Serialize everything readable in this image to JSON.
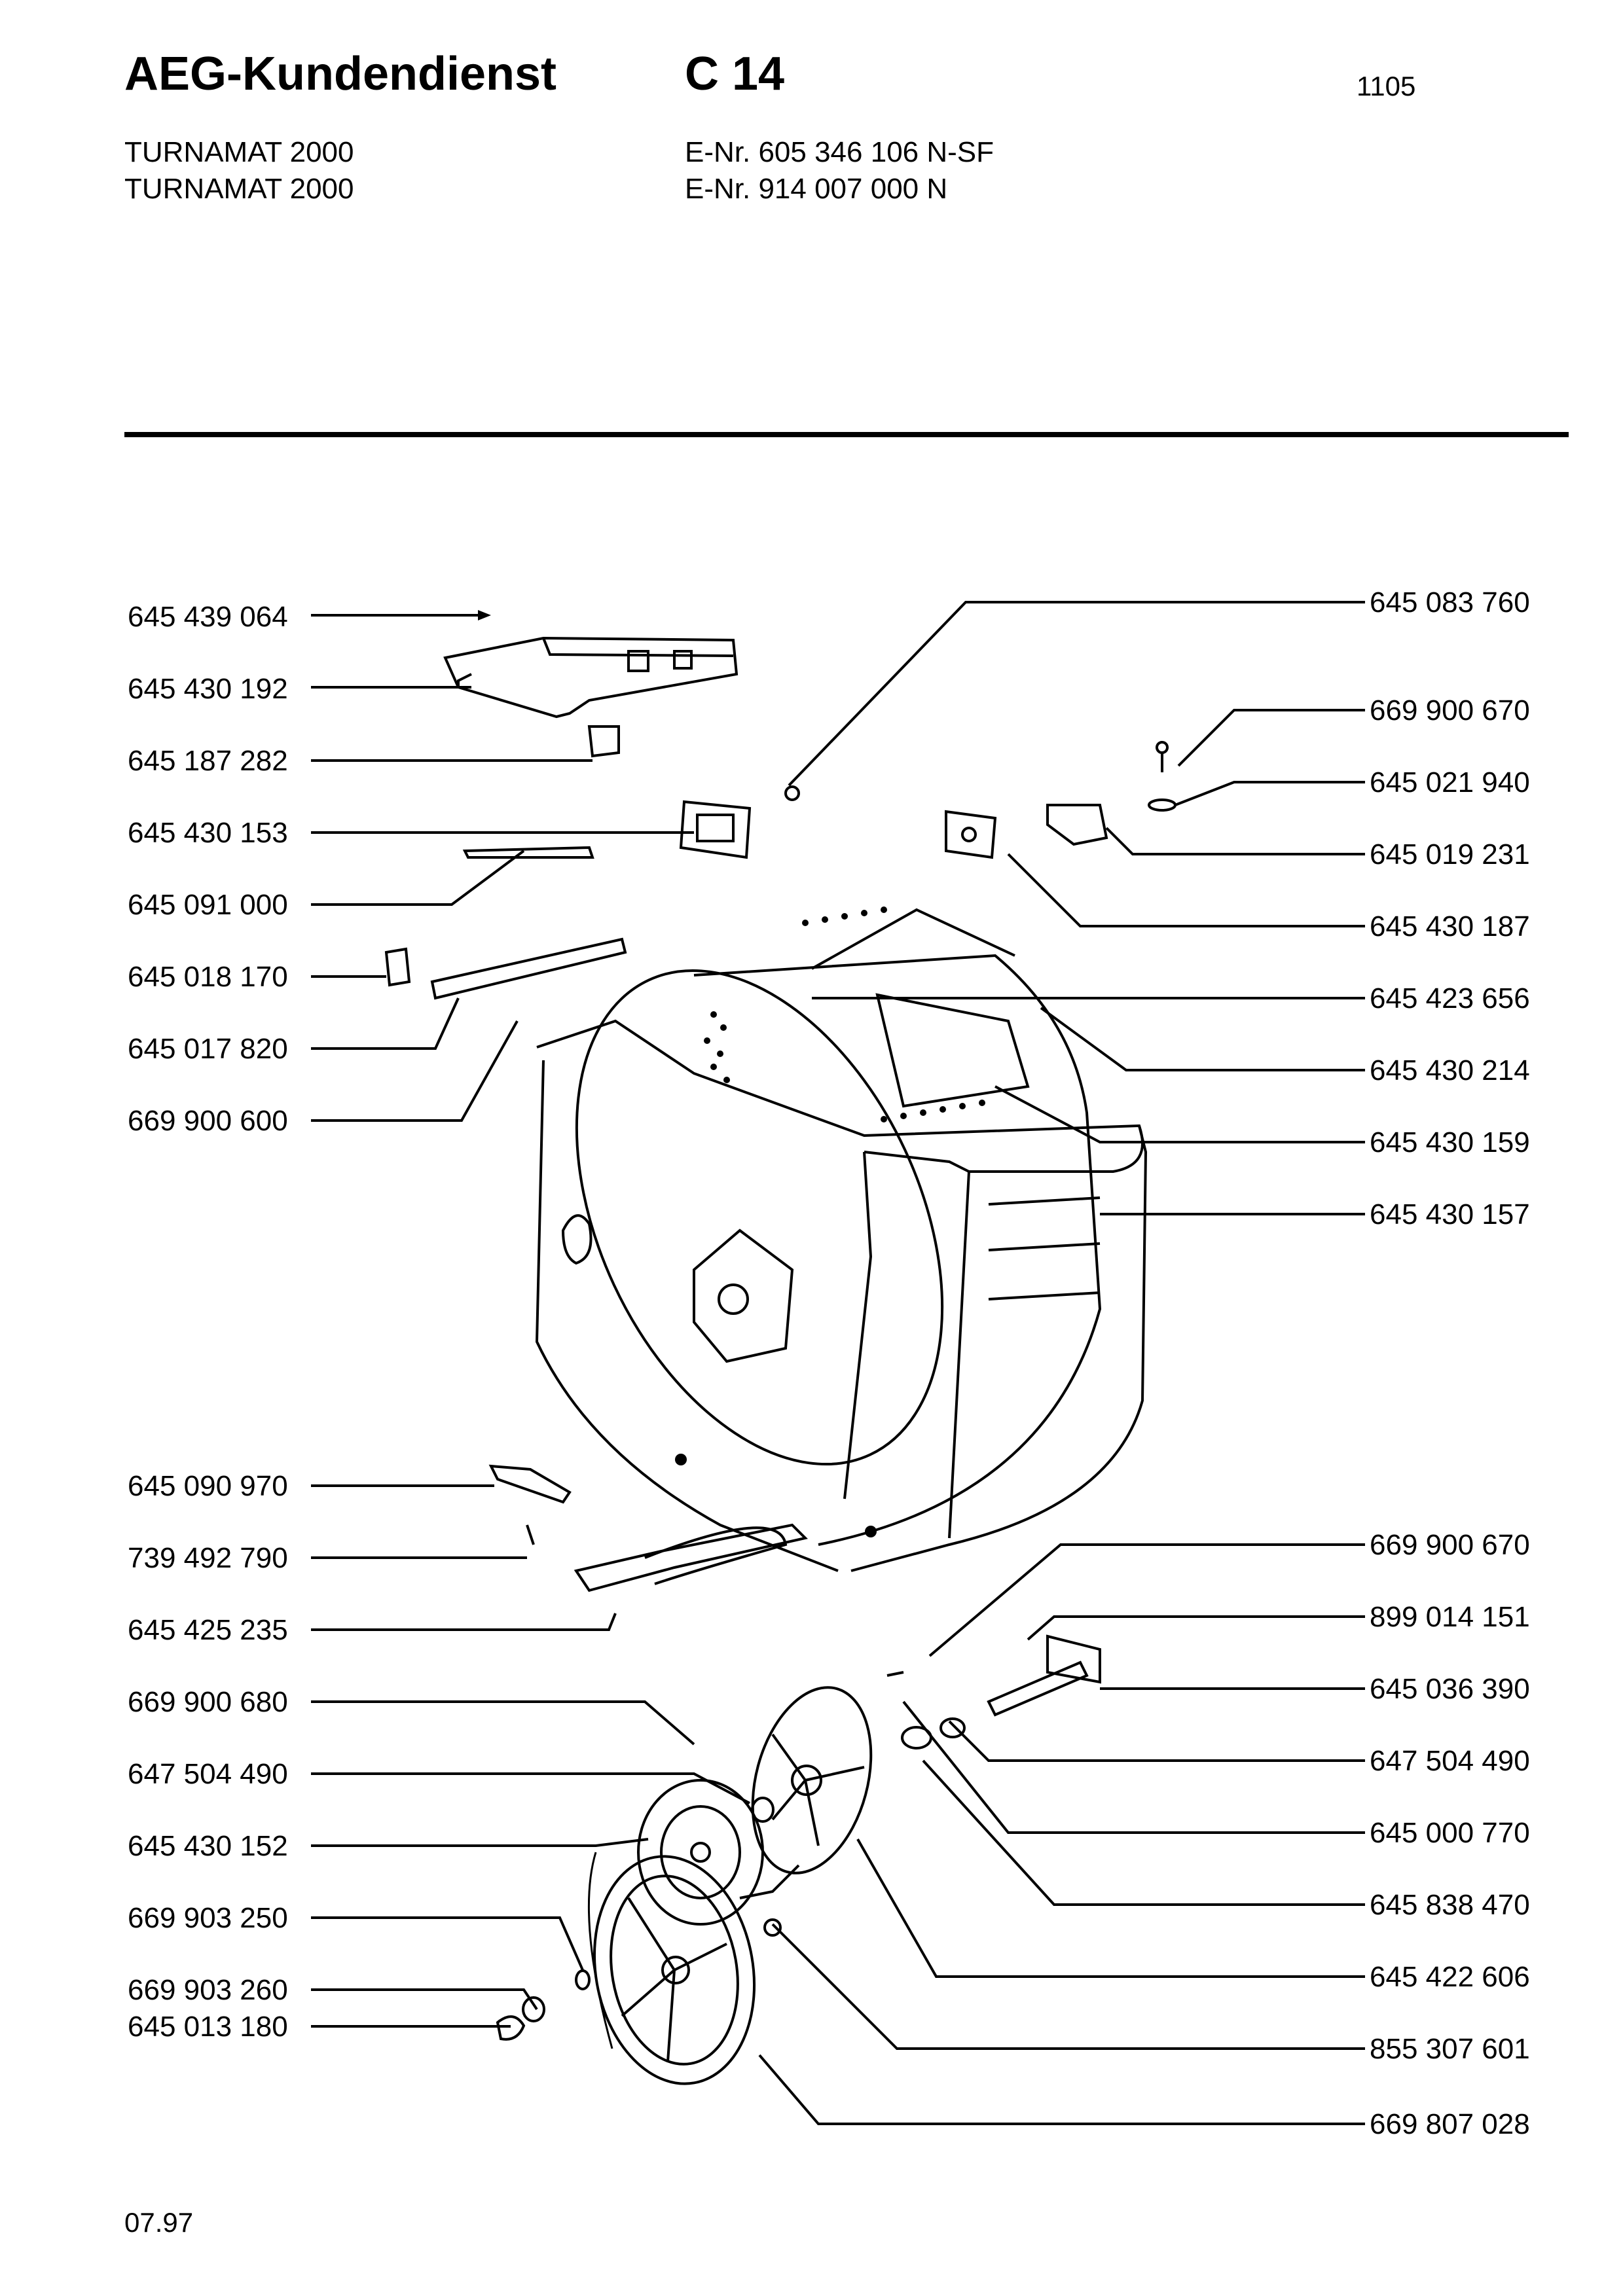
{
  "header": {
    "title": "AEG-Kundendienst",
    "code": "C 14",
    "page_number": "1105"
  },
  "models": [
    {
      "name": "TURNAMAT 2000",
      "enr": "E-Nr. 605 346 106 N-SF"
    },
    {
      "name": "TURNAMAT 2000",
      "enr": "E-Nr. 914 007 000 N"
    }
  ],
  "parts_left": [
    "645 439 064",
    "645 430 192",
    "645 187 282",
    "645 430 153",
    "645 091 000",
    "645 018 170",
    "645 017 820",
    "669 900 600",
    "645 090 970",
    "739 492 790",
    "645 425 235",
    "669 900 680",
    "647 504 490",
    "645  430 152",
    "669 903 250",
    "669 903 260",
    "645 013 180"
  ],
  "parts_right": [
    "645 083 760",
    "669 900 670",
    "645 021 940",
    "645 019 231",
    "645 430 187",
    "645 423 656",
    "645 430 214",
    "645 430 159",
    "645 430 157",
    "669 900 670",
    "899 014 151",
    "645 036 390",
    "647 504 490",
    "645 000 770",
    "645 838 470",
    "645 422 606",
    "855 307 601",
    "669 807 028"
  ],
  "footer": {
    "date": "07.97"
  }
}
